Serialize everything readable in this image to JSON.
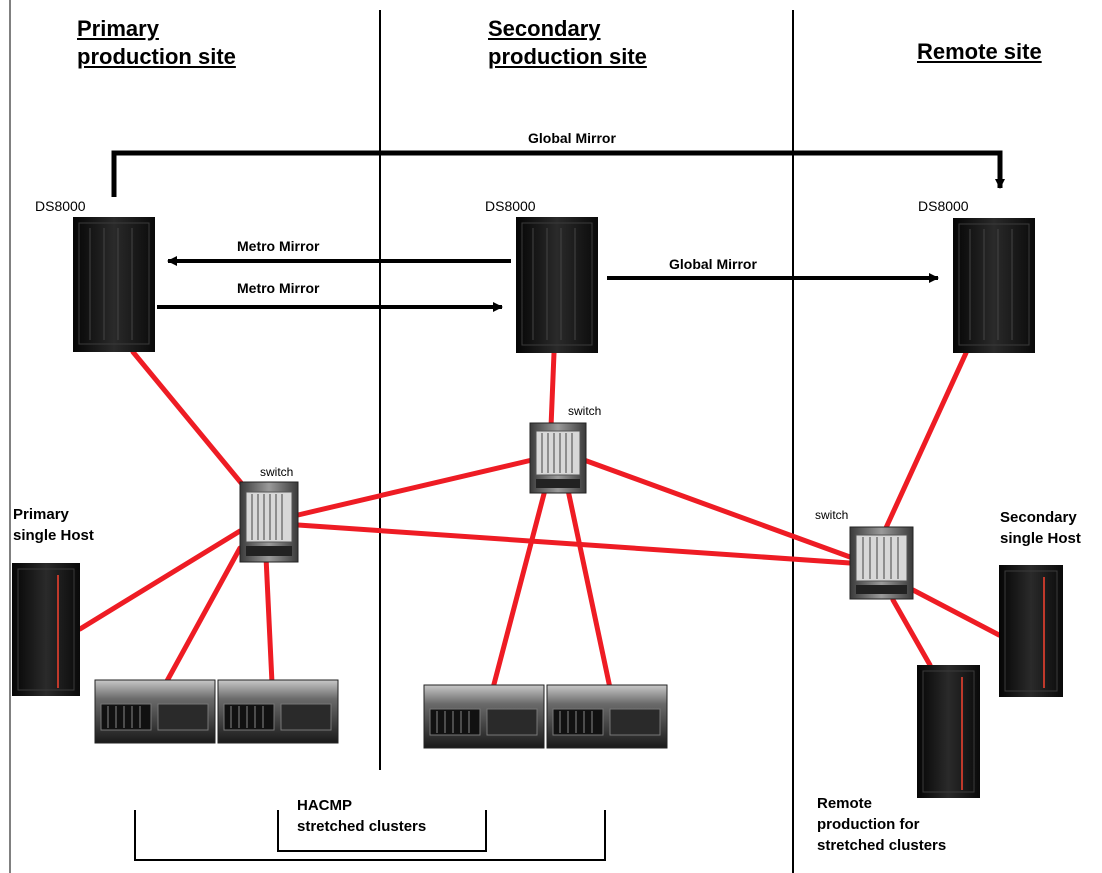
{
  "sites": {
    "primary": [
      "Primary",
      "production site"
    ],
    "secondary": [
      "Secondary",
      "production site"
    ],
    "remote": "Remote site"
  },
  "links": {
    "global_mirror_top": "Global Mirror",
    "metro_mirror_1": "Metro Mirror",
    "metro_mirror_2": "Metro Mirror",
    "global_mirror_mid": "Global Mirror"
  },
  "storage": {
    "primary": "DS8000",
    "secondary": "DS8000",
    "remote": "DS8000"
  },
  "switches": {
    "primary": "switch",
    "secondary": "switch",
    "remote": "switch"
  },
  "hosts": {
    "primary_single": [
      "Primary",
      "single Host"
    ],
    "secondary_single": [
      "Secondary",
      "single Host"
    ],
    "remote_production": [
      "Remote",
      "production for",
      "stretched clusters"
    ]
  },
  "clusters": {
    "label": [
      "HACMP",
      "stretched clusters"
    ]
  },
  "colors": {
    "link": "#ee1c24",
    "arrow": "#000000",
    "rack": "#151515"
  }
}
